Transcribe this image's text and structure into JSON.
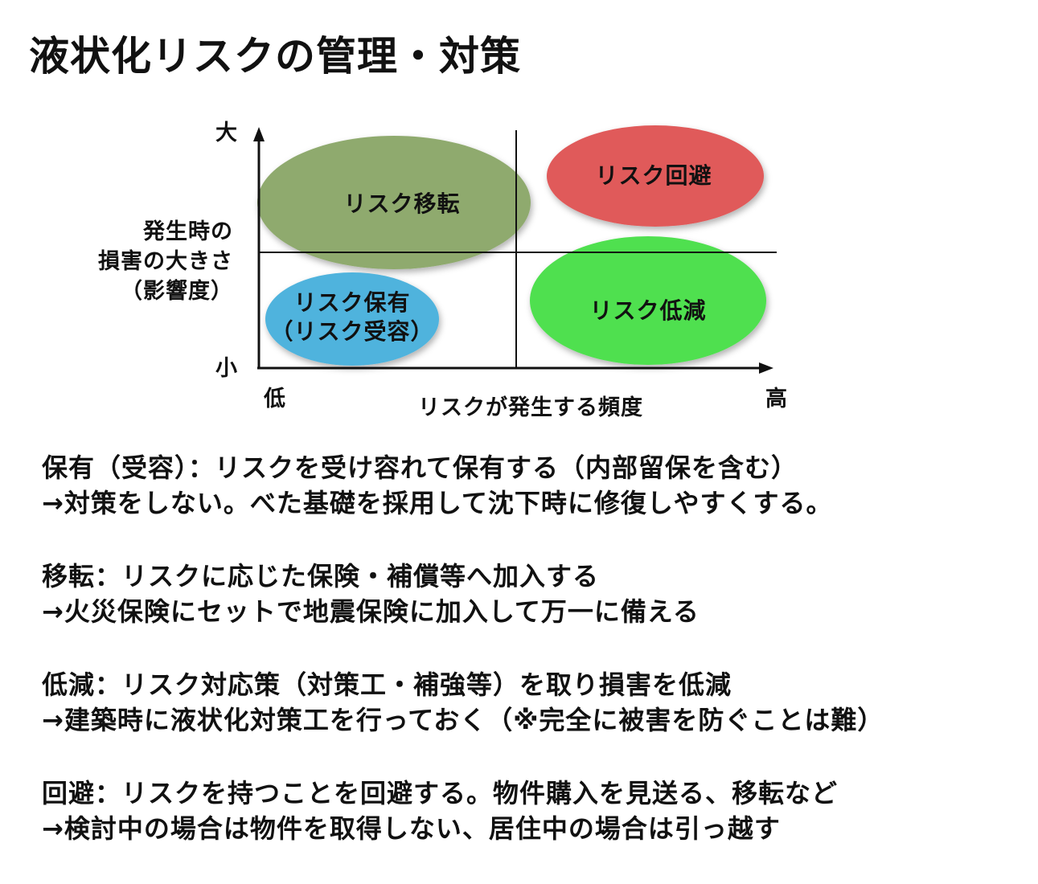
{
  "title": "液状化リスクの管理・対策",
  "diagram": {
    "y_axis": {
      "high": "大",
      "low": "小",
      "title_lines": [
        "発生時の",
        "損害の大きさ",
        "（影響度）"
      ]
    },
    "x_axis": {
      "low": "低",
      "high": "高",
      "title": "リスクが発生する頻度"
    },
    "quadrants": {
      "transfer": {
        "lines": [
          "リスク移転"
        ],
        "color": "#8faa6e"
      },
      "avoid": {
        "lines": [
          "リスク回避"
        ],
        "color": "#e05a5a"
      },
      "retain": {
        "lines": [
          "リスク保有",
          "（リスク受容）"
        ],
        "color": "#4fb3dd"
      },
      "reduce": {
        "lines": [
          "リスク低減"
        ],
        "color": "#4fe04f"
      }
    }
  },
  "notes": [
    {
      "head": "保有（受容）：リスクを受け容れて保有する（内部留保を含む）",
      "detail": "→対策をしない。べた基礎を採用して沈下時に修復しやすくする。"
    },
    {
      "head": "移転：リスクに応じた保険・補償等へ加入する",
      "detail": "→火災保険にセットで地震保険に加入して万一に備える"
    },
    {
      "head": "低減：リスク対応策（対策工・補強等）を取り損害を低減",
      "detail": "→建築時に液状化対策工を行っておく（※完全に被害を防ぐことは難）"
    },
    {
      "head": "回避：リスクを持つことを回避する。物件購入を見送る、移転など",
      "detail": "→検討中の場合は物件を取得しない、居住中の場合は引っ越す"
    }
  ]
}
